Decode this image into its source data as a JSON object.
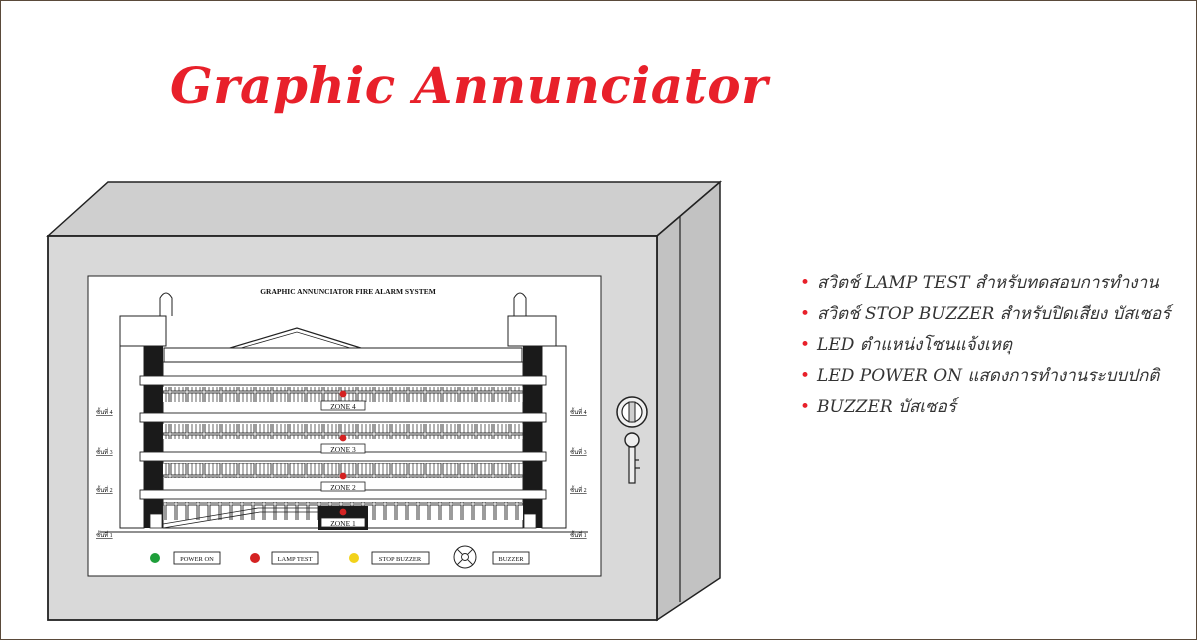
{
  "title": "Graphic Annunciator",
  "panel_title": "GRAPHIC ANNUNCIATOR FIRE ALARM SYSTEM",
  "zones": [
    "ZONE 4",
    "ZONE 3",
    "ZONE 2",
    "ZONE 1"
  ],
  "floors": [
    "ชั้นที่ 4",
    "ชั้นที่ 3",
    "ชั้นที่ 2",
    "ชั้นที่ 1"
  ],
  "controls": {
    "power_on": "POWER ON",
    "lamp_test": "LAMP TEST",
    "stop_buzzer": "STOP BUZZER",
    "buzzer": "BUZZER"
  },
  "features": [
    "สวิตช์ LAMP TEST สำหรับทดสอบการทำงาน",
    "สวิตช์ STOP BUZZER สำหรับปิดเสียง บัสเซอร์",
    "LED ตำแหน่งโซนแจ้งเหตุ",
    "LED POWER ON แสดงการทำงานระบบปกติ",
    "BUZZER บัสเซอร์"
  ],
  "colors": {
    "title": "#e8202a",
    "cabinet": "#d9d9d9",
    "led_green": "#1e9e3a",
    "led_red": "#d42222",
    "led_yellow": "#f2d21a"
  },
  "icons": [
    "key-icon",
    "buzzer-icon"
  ]
}
